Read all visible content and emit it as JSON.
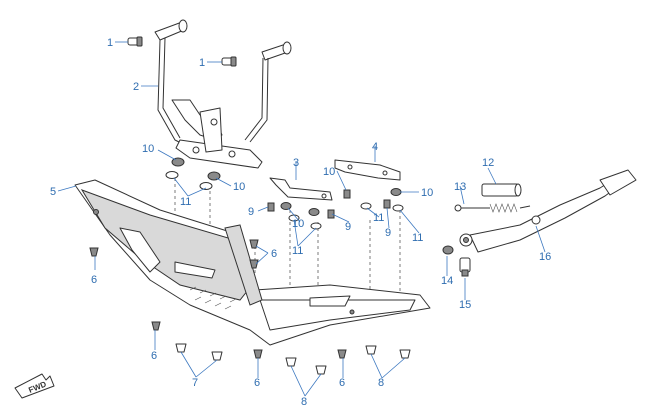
{
  "callouts": [
    {
      "id": "c1a",
      "label": "1"
    },
    {
      "id": "c1b",
      "label": "1"
    },
    {
      "id": "c2",
      "label": "2"
    },
    {
      "id": "c3",
      "label": "3"
    },
    {
      "id": "c4",
      "label": "4"
    },
    {
      "id": "c5",
      "label": "5"
    },
    {
      "id": "c6a",
      "label": "6"
    },
    {
      "id": "c6b",
      "label": "6"
    },
    {
      "id": "c6c",
      "label": "6"
    },
    {
      "id": "c6d",
      "label": "6"
    },
    {
      "id": "c6e",
      "label": "6"
    },
    {
      "id": "c7",
      "label": "7"
    },
    {
      "id": "c8a",
      "label": "8"
    },
    {
      "id": "c8b",
      "label": "8"
    },
    {
      "id": "c9a",
      "label": "9"
    },
    {
      "id": "c9b",
      "label": "9"
    },
    {
      "id": "c9c",
      "label": "9"
    },
    {
      "id": "c10a",
      "label": "10"
    },
    {
      "id": "c10b",
      "label": "10"
    },
    {
      "id": "c10c",
      "label": "10"
    },
    {
      "id": "c10d",
      "label": "10"
    },
    {
      "id": "c10e",
      "label": "10"
    },
    {
      "id": "c11a",
      "label": "11"
    },
    {
      "id": "c11b",
      "label": "11"
    },
    {
      "id": "c11c",
      "label": "11"
    },
    {
      "id": "c11d",
      "label": "11"
    },
    {
      "id": "c12",
      "label": "12"
    },
    {
      "id": "c13",
      "label": "13"
    },
    {
      "id": "c14",
      "label": "14"
    },
    {
      "id": "c15",
      "label": "15"
    },
    {
      "id": "c16",
      "label": "16"
    }
  ],
  "direction_arrow": {
    "label": "FWD"
  },
  "colors": {
    "callout": "#2f6db0",
    "line": "#333333"
  }
}
